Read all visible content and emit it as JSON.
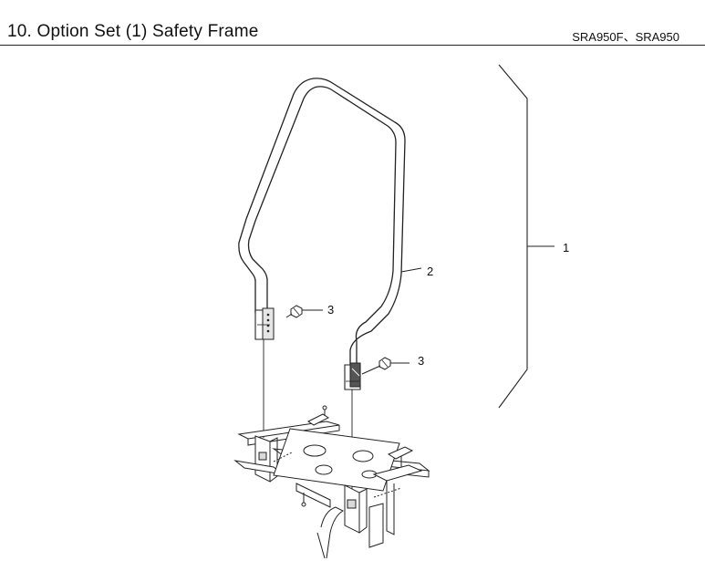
{
  "header": {
    "title": "10. Option Set (1) Safety Frame",
    "model": "SRA950F、SRA950"
  },
  "callouts": {
    "assembly": "1",
    "frame": "2",
    "bolt_left": "3",
    "bolt_right": "3"
  },
  "colors": {
    "line": "#222222",
    "fill": "#ffffff",
    "shade": "#d9d9d9",
    "dark": "#555555"
  }
}
